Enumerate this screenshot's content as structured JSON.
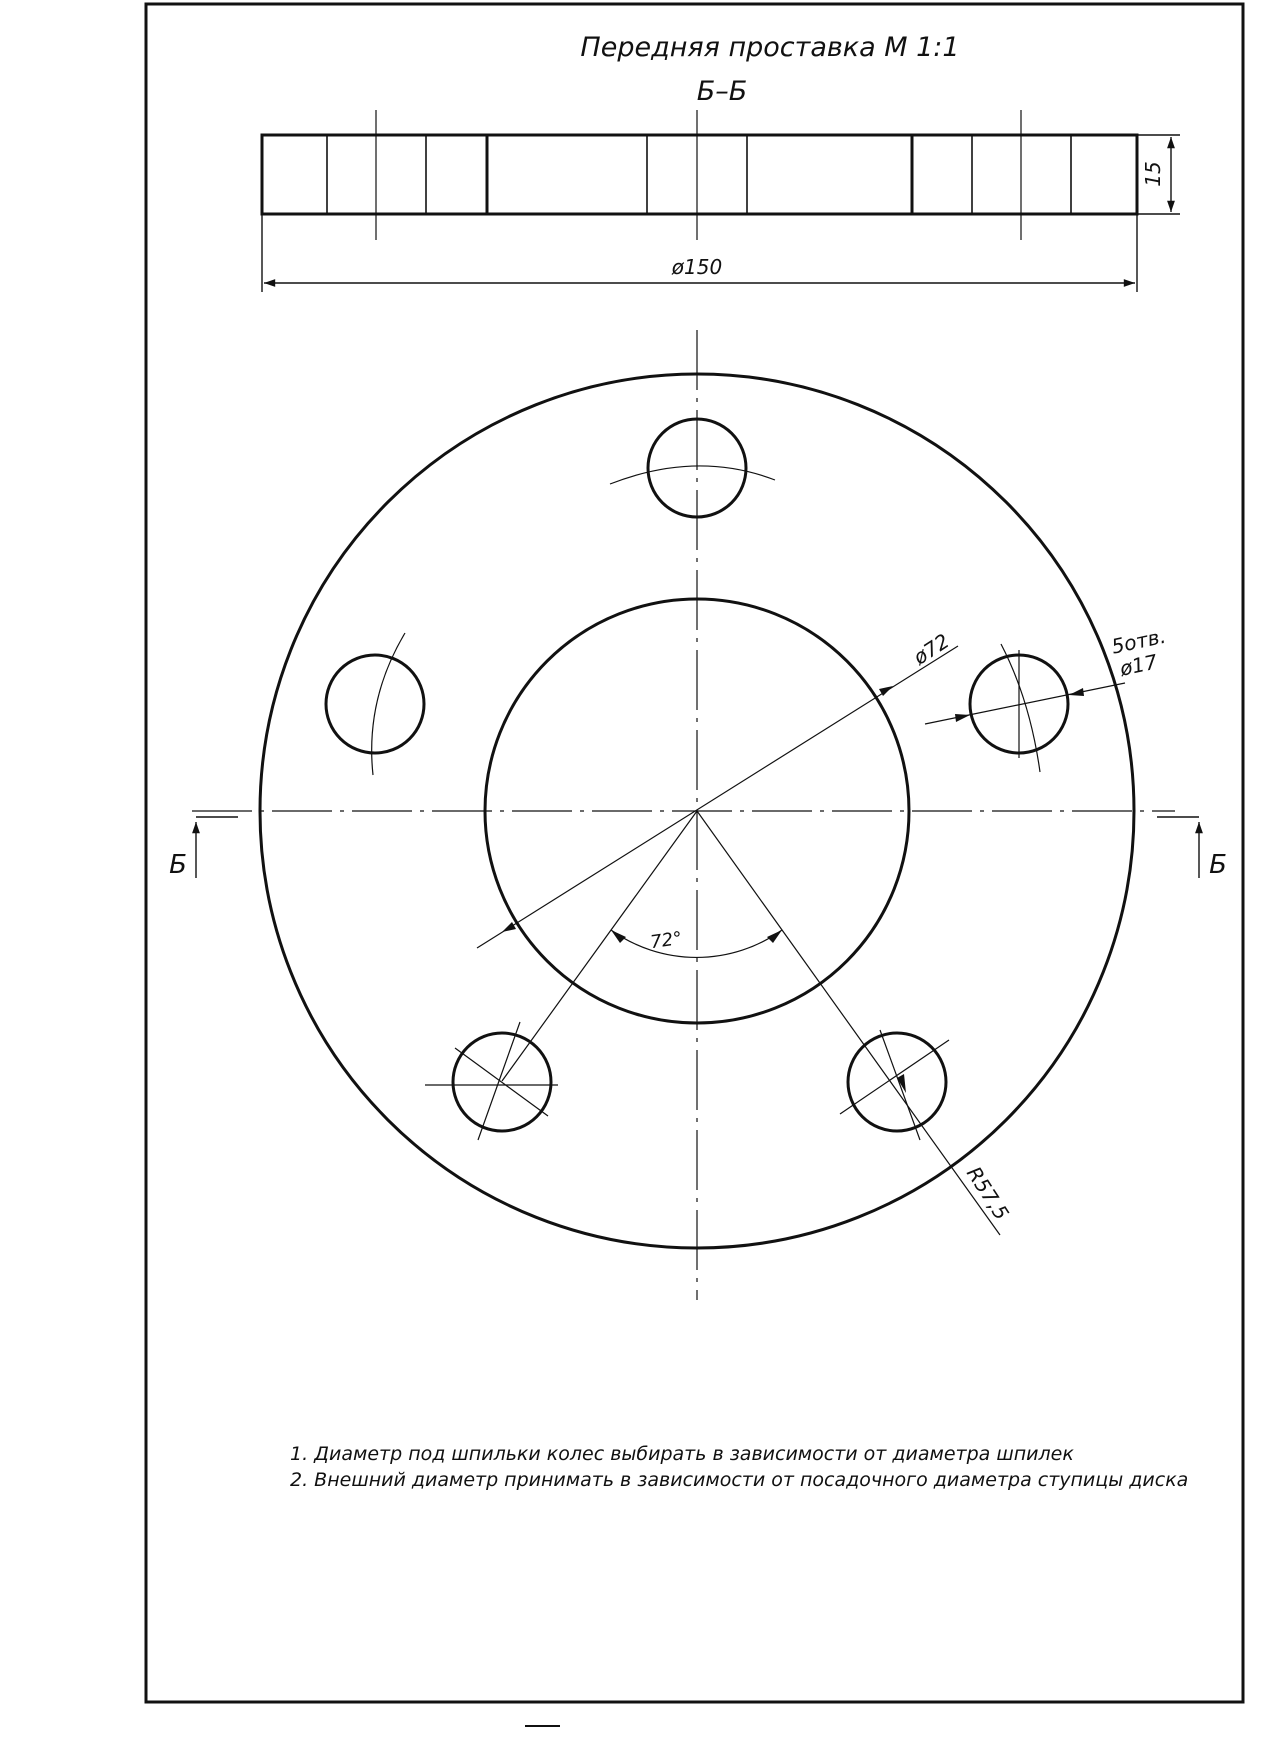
{
  "title": "Передняя проставка М 1:1",
  "section_label": "Б–Б",
  "dimensions": {
    "thickness": "15",
    "outer_diameter": "ø150",
    "center_bore": "ø72",
    "hole_count": "5отв.",
    "hole_diameter": "ø17",
    "bolt_circle_radius": "R57,5",
    "angle": "72°"
  },
  "section_marks": {
    "left": "Б",
    "right": "Б"
  },
  "notes": [
    "1. Диаметр под шпильки колес выбирать в зависимости от диаметра шпилек",
    "2. Внешний диаметр принимать в зависимости от посадочного диаметра ступицы диска"
  ],
  "colors": {
    "line": "#111111",
    "paper": "#ffffff"
  }
}
